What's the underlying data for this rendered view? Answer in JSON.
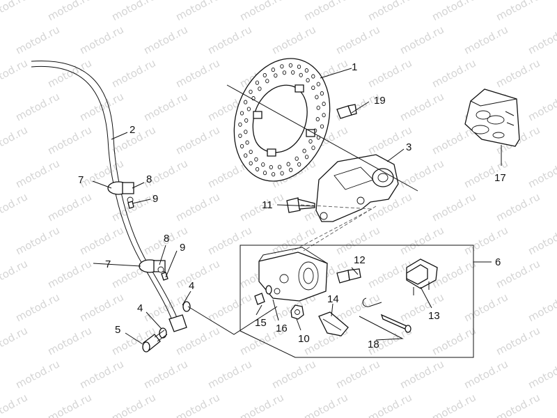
{
  "watermark": {
    "text": "motod.ru"
  },
  "callouts": [
    {
      "id": "c1",
      "label": "1"
    },
    {
      "id": "c2",
      "label": "2"
    },
    {
      "id": "c3",
      "label": "3"
    },
    {
      "id": "c4a",
      "label": "4"
    },
    {
      "id": "c4b",
      "label": "4"
    },
    {
      "id": "c5",
      "label": "5"
    },
    {
      "id": "c6",
      "label": "6"
    },
    {
      "id": "c7a",
      "label": "7"
    },
    {
      "id": "c7b",
      "label": "7"
    },
    {
      "id": "c8a",
      "label": "8"
    },
    {
      "id": "c8b",
      "label": "8"
    },
    {
      "id": "c9a",
      "label": "9"
    },
    {
      "id": "c9b",
      "label": "9"
    },
    {
      "id": "c10",
      "label": "10"
    },
    {
      "id": "c11",
      "label": "11"
    },
    {
      "id": "c12",
      "label": "12"
    },
    {
      "id": "c13",
      "label": "13"
    },
    {
      "id": "c14",
      "label": "14"
    },
    {
      "id": "c15",
      "label": "15"
    },
    {
      "id": "c16",
      "label": "16"
    },
    {
      "id": "c17",
      "label": "17"
    },
    {
      "id": "c18",
      "label": "18"
    },
    {
      "id": "c19",
      "label": "19"
    }
  ]
}
